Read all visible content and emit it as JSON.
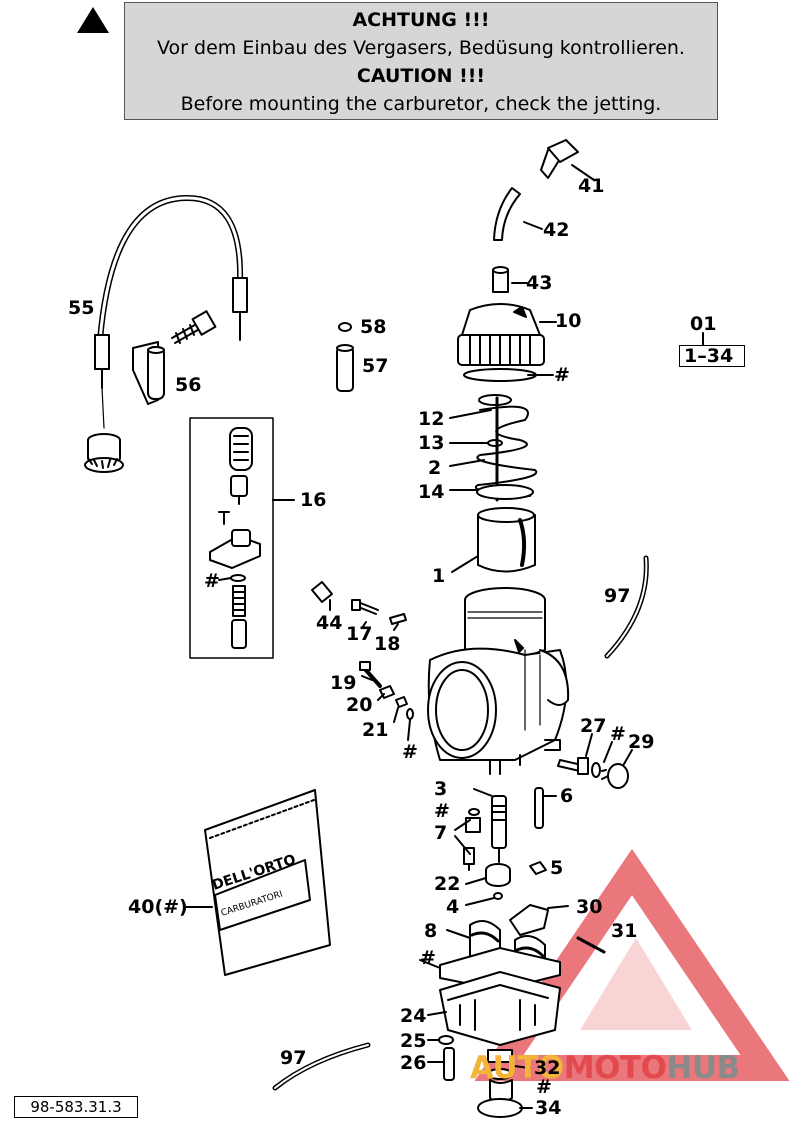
{
  "caution": {
    "line1": "ACHTUNG !!!",
    "line2": "Vor dem Einbau des Vergasers, Bedüsung kontrollieren.",
    "line3": "CAUTION !!!",
    "line4": "Before mounting the carburetor, check the jetting."
  },
  "labels": {
    "l41": "41",
    "l42": "42",
    "l43": "43",
    "l10": "10",
    "lhash_top": "#",
    "l55": "55",
    "l56": "56",
    "l58": "58",
    "l57": "57",
    "l01": "01",
    "l1_34": "1–34",
    "l12": "12",
    "l13": "13",
    "l2": "2",
    "l14": "14",
    "l1": "1",
    "l16": "16",
    "lhash16": "#",
    "l97a": "97",
    "l44": "44",
    "l17": "17",
    "l18": "18",
    "l19": "19",
    "l20": "20",
    "l21": "21",
    "lhash21": "#",
    "l27": "27",
    "lhash27": "#",
    "l29": "29",
    "l3": "3",
    "l6": "6",
    "lhash3": "#",
    "l7": "7",
    "l5": "5",
    "l22": "22",
    "l4": "4",
    "l30": "30",
    "l40": "40(#)",
    "l8": "8",
    "l31": "31",
    "lhash8": "#",
    "l24": "24",
    "l25": "25",
    "l26": "26",
    "l97b": "97",
    "l32": "32",
    "lhash32": "#",
    "l34": "34"
  },
  "bag_text": {
    "brand": "DELL'ORTO",
    "sub": "CARBURATORI"
  },
  "doc_number": "98-583.31.3",
  "watermark": {
    "part1": "AUTO",
    "part2": "MOTO",
    "part3": "HUB"
  },
  "colors": {
    "caution_bg": "#d6d6d6",
    "watermark_yellow": "#f2b53a",
    "watermark_red": "#e34a4f",
    "watermark_grey": "#8a8a8a"
  }
}
